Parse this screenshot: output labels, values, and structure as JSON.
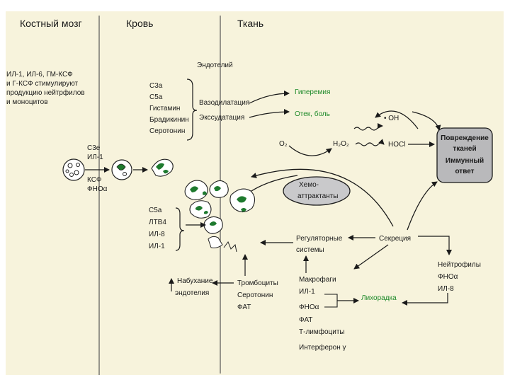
{
  "headers": {
    "marrow": "Костный мозг",
    "blood": "Кровь",
    "tissue": "Ткань"
  },
  "marrow_note": [
    "ИЛ-1, ИЛ-6, ГМ-КСФ",
    "и Г-КСФ стимулируют",
    "продукцию нейтрфилов",
    "и моноцитов"
  ],
  "marrow_factors": [
    "С3е",
    "ИЛ-1",
    "КСФ",
    "ФНОα"
  ],
  "endothelium": "Эндотелий",
  "mediators": [
    "С3а",
    "С5а",
    "Гистамин",
    "Брадикинин",
    "Серотонин"
  ],
  "vasodilation": "Вазодилатация",
  "exudation": "Экссудатация",
  "hyperemia": "Гиперемия",
  "edema_pain": "Отек, боль",
  "oh": "• OH",
  "o2": "O₂",
  "h2o2": "H₂O₂",
  "hocl": "HOCl",
  "damage": [
    "Повреждение",
    "тканей",
    "Иммунный",
    "ответ"
  ],
  "chemo": [
    "Хемо-",
    "аттрактанты"
  ],
  "attract_factors": [
    "С5а",
    "ЛТВ4",
    "ИЛ-8",
    "ИЛ-1"
  ],
  "regulatory": [
    "Регуляторные",
    "системы"
  ],
  "secretion": "Секреция",
  "neutrophils": [
    "Нейтрофилы",
    "ФНОα",
    "ИЛ-8"
  ],
  "swelling": [
    "Набухание",
    "эндотелия"
  ],
  "platelets": [
    "Тромбоциты",
    "Серотонин",
    "ФАТ"
  ],
  "macrophages": [
    "Макрофаги",
    "ИЛ-1",
    "ФНОα",
    "ФАТ",
    "Т-лимфоциты",
    "Интерферон γ"
  ],
  "fever": "Лихорадка",
  "colors": {
    "background": "#f7f3dc",
    "green_text": "#1f8a2a",
    "cell_nucleus": "#1e7a2e",
    "damage_box": "#b9b9bb",
    "chemo_box": "#c9c9cb"
  }
}
